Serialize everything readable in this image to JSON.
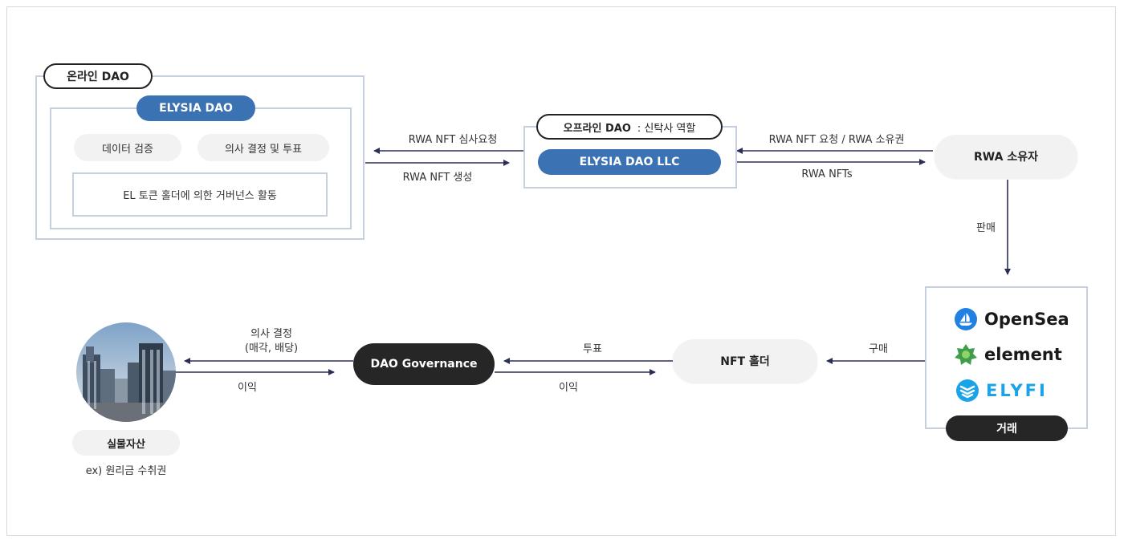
{
  "online_dao": {
    "tag": "온라인 DAO",
    "elysia_label": "ELYSIA DAO",
    "chips": [
      "데이터 검증",
      "의사 결정 및 투표"
    ],
    "activity": "EL 토큰 홀더에 의한 거버넌스 활동"
  },
  "offline_dao": {
    "tag": "오프라인 DAO",
    "tag_suffix": ": 신탁사 역할",
    "llc_label": "ELYSIA DAO LLC"
  },
  "rwa_owner": {
    "label": "RWA 소유자"
  },
  "marketplace": {
    "logos": [
      {
        "name": "OpenSea",
        "icon": "opensea-icon",
        "color": "#2081e2"
      },
      {
        "name": "element",
        "icon": "element-icon",
        "color": "#3f9e4a"
      },
      {
        "name": "ELYFI",
        "icon": "elyfi-icon",
        "color": "#1aa3e8"
      }
    ],
    "footer": "거래"
  },
  "nft_holder": {
    "label": "NFT 홀더"
  },
  "dao_governance": {
    "label": "DAO Governance"
  },
  "real_asset": {
    "label": "실물자산",
    "example": "ex) 원리금 수취권"
  },
  "edges": {
    "review_request": "RWA NFT 심사요청",
    "nft_create": "RWA NFT 생성",
    "nft_request": "RWA NFT 요청 / RWA 소유권",
    "rwa_nfts": "RWA NFTs",
    "sell": "판매",
    "buy": "구매",
    "vote": "투표",
    "profit_right": "이익",
    "decision_line1": "의사 결정",
    "decision_line2": "(매각, 배당)",
    "profit_left": "이익"
  },
  "colors": {
    "accent_blue": "#3b72b3",
    "arrow": "#2b2f57",
    "panel_border": "#c5cfe0",
    "dark_pill": "#262626"
  }
}
